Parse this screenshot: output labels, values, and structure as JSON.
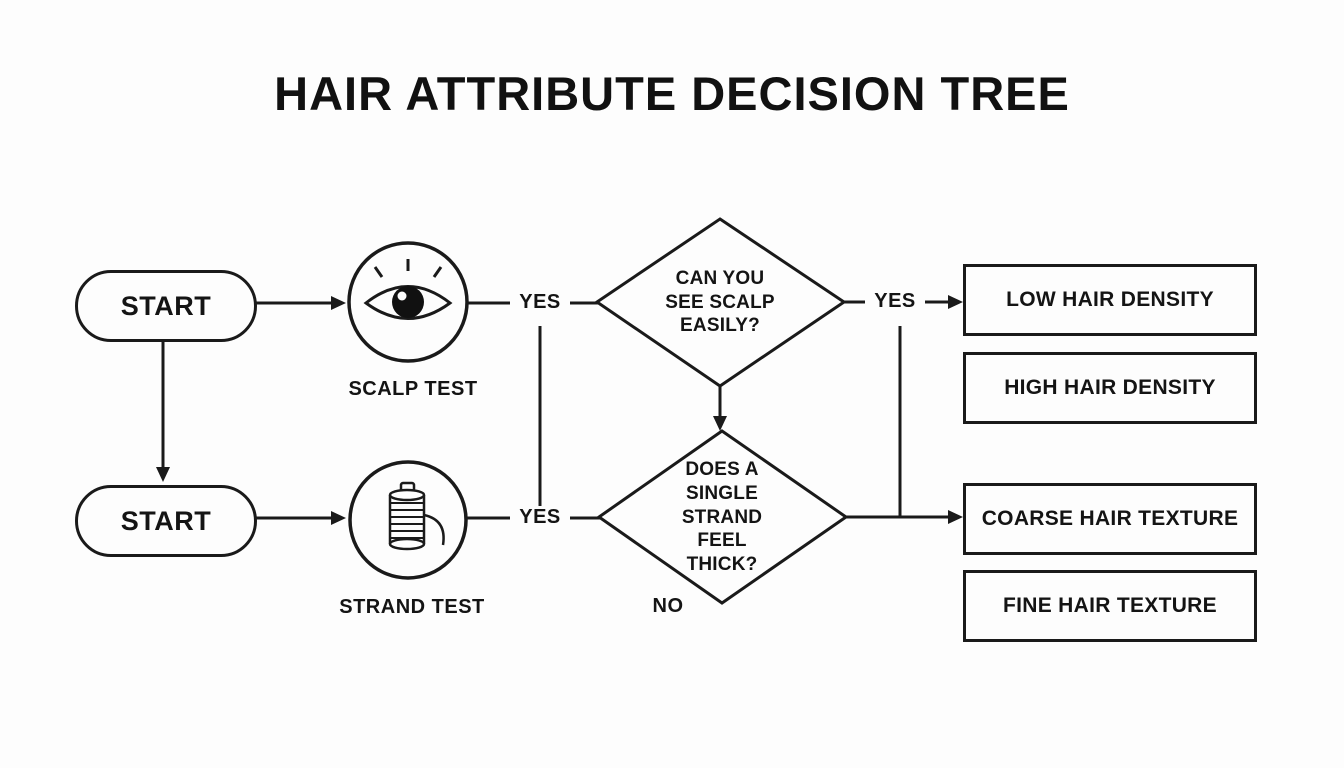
{
  "title": "HAIR ATTRIBUTE DECISION TREE",
  "flow": {
    "row1": {
      "start_label": "START",
      "test_label": "SCALP TEST",
      "yes_mid": "YES",
      "question": "CAN YOU SEE SCALP EASILY?",
      "question_lines": [
        "CAN YOU",
        "SEE SCALP",
        "EASILY?"
      ],
      "yes_right": "YES",
      "result_top": "LOW HAIR DENSITY",
      "result_bottom": "HIGH HAIR DENSITY"
    },
    "row2": {
      "start_label": "START",
      "test_label": "STRAND TEST",
      "yes_mid": "YES",
      "question": "DOES A SINGLE STRAND FEEL THICK?",
      "question_lines": [
        "DOES A",
        "SINGLE",
        "STRAND FEEL",
        "THICK?"
      ],
      "no_label": "NO",
      "result_top": "COARSE HAIR TEXTURE",
      "result_bottom": "FINE HAIR TEXTURE"
    }
  },
  "icons": {
    "row1": "eye-icon",
    "row2": "thread-spool-icon"
  },
  "colors": {
    "ink": "#1a1a1a",
    "background": "#fdfdfd"
  }
}
